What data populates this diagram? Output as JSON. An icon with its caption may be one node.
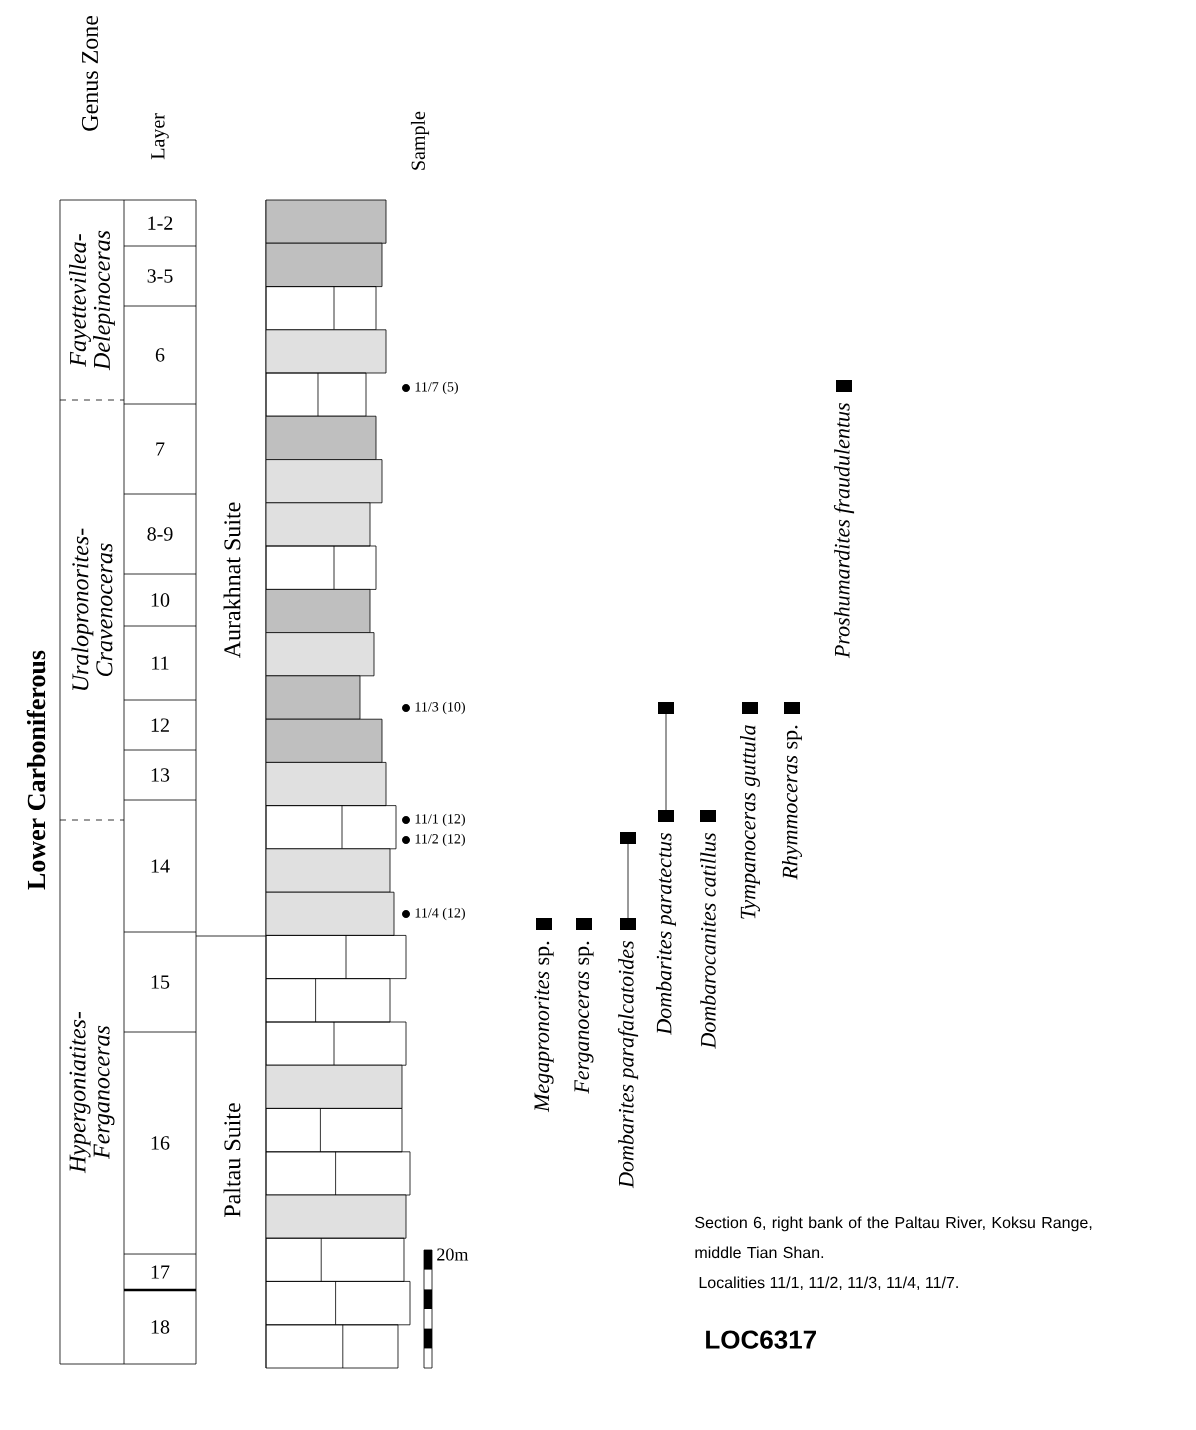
{
  "diagram": {
    "labels": [
      "Lower Carboniferous",
      "Genus Zone",
      "Layer",
      "Sample",
      "Fayettevillea- Delepinoceras",
      "Uralopronorites- Cravenoceras",
      "Hypergoniatites- Ferganoceras",
      "1-2",
      "3-5",
      "6",
      "7",
      "8-9",
      "10",
      "11",
      "12",
      "13",
      "14",
      "15",
      "16",
      "17",
      "18",
      "Aurakhnat Suite",
      "Paltau Suite",
      "11/7 (5)",
      "11/3 (10)",
      "11/1 (12)",
      "11/2 (12)",
      "11/4 (12)",
      "*Megapronorites* sp.",
      "*Ferganoceras* sp.",
      "*Dombarites parafalcatoides*",
      "*Dombarites paratectus*",
      "*Dombarocanites catillus*",
      "*Tympanoceras guttula*",
      "*Rhymmoceras* sp.",
      "*Proshumardites fraudulentus*",
      "20m",
      "Section 6, right bank of the Paltau River, Koksu Range, middle Tian Shan.",
      "Localities 11/1, 11/2, 11/3, 11/4, 11/7.",
      "LOC6317"
    ]
  }
}
